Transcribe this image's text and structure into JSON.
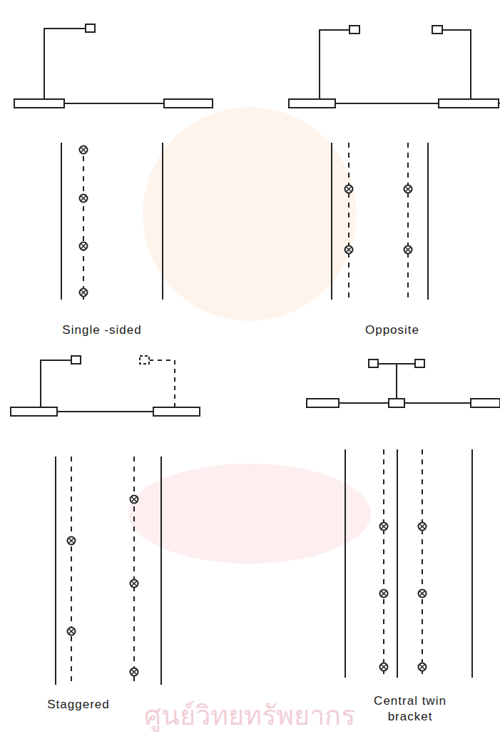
{
  "diagram": {
    "labels": [
      "Single -sided",
      "Opposite",
      "Staggered",
      "Central twin bracket",
      "ศูนย์วิทยทรัพยากร"
    ]
  }
}
